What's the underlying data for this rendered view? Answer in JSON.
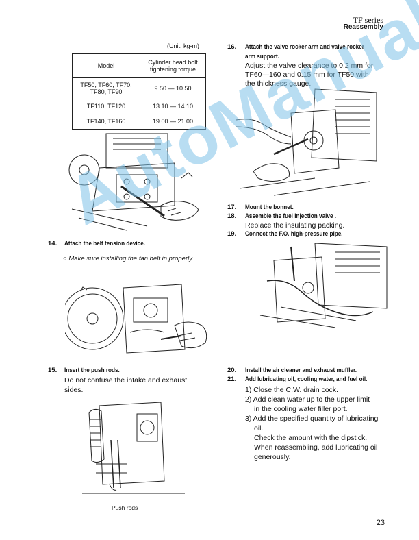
{
  "header": {
    "series": "TF series",
    "section": "Reassembly"
  },
  "table": {
    "unit": "(Unit: kg-m)",
    "col_model": "Model",
    "col_torque_l1": "Cylinder head bolt",
    "col_torque_l2": "tightening torque",
    "rows": [
      {
        "model_l1": "TF50, TF60, TF70,",
        "model_l2": "TF80, TF90",
        "torque": "9.50 — 10.50"
      },
      {
        "model": "TF110, TF120",
        "torque": "13.10 — 14.10"
      },
      {
        "model": "TF140, TF160",
        "torque": "19.00 — 21.00"
      }
    ]
  },
  "steps": {
    "s14": {
      "no": "14.",
      "title": "Attach the belt tension device.",
      "note": "○ Make sure installing the fan belt in properly."
    },
    "s15": {
      "no": "15.",
      "title": "Insert the push rods.",
      "l1": "Do not confuse the intake and exhaust",
      "l2": "sides.",
      "caption": "Push rods"
    },
    "s16": {
      "no": "16.",
      "title_l1": "Attach the valve rocker arm and valve rocker",
      "title_l2": "arm support.",
      "l1": "Adjust the valve clearance to 0.2 mm for",
      "l2": "TF60—160 and 0.15 mm for TF50 with",
      "l3": "the thickness gauge."
    },
    "s17": {
      "no": "17.",
      "title": "Mount the bonnet."
    },
    "s18": {
      "no": "18.",
      "title": "Assemble the fuel injection valve .",
      "l1": "Replace the insulating packing."
    },
    "s19": {
      "no": "19.",
      "title": "Connect the F.O. high-pressure pipe."
    },
    "s20": {
      "no": "20.",
      "title": "Install the air cleaner and exhaust muffler."
    },
    "s21": {
      "no": "21.",
      "title": "Add lubricating oil, cooling water, and fuel oil.",
      "i1": "1) Close the C.W. drain cock.",
      "i2": "2) Add clean water up to the upper limit",
      "i2b": "in the cooling water filler port.",
      "i3": "3) Add the specified quantity of lubricating",
      "i3b": "oil.",
      "i4": "Check the amount with the dipstick.",
      "i5": "When reassembling, add lubricating oil",
      "i5b": "generously."
    }
  },
  "watermark": "AutoManual",
  "page_number": "23"
}
